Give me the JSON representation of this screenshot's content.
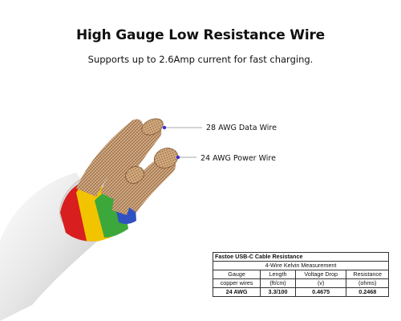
{
  "header": {
    "title": "High Gauge Low Resistance Wire",
    "subtitle": "Supports up to 2.6Amp current for fast charging."
  },
  "callouts": {
    "data_wire": "28 AWG Data Wire",
    "power_wire": "24 AWG Power Wire"
  },
  "colors": {
    "callout_dot": "#3b2fd0",
    "jacket": "#e9e9e9",
    "copper": "#c49a6c",
    "insulation_red": "#d81e1e",
    "insulation_yellow": "#f2c400",
    "insulation_green": "#3ca83c"
  },
  "resistance_table": {
    "caption": "Fastoe USB-C Cable Resistance",
    "method": "4-Wire Kelvin Measurement",
    "header_row": [
      "Gauge",
      "Length",
      "Voltage Drop",
      "Resistance"
    ],
    "unit_row": [
      "copper wires",
      "(ft/cm)",
      "(v)",
      "(ohms)"
    ],
    "data_row": [
      "24 AWG",
      "3.3/100",
      "0.4675",
      "0.2468"
    ]
  }
}
